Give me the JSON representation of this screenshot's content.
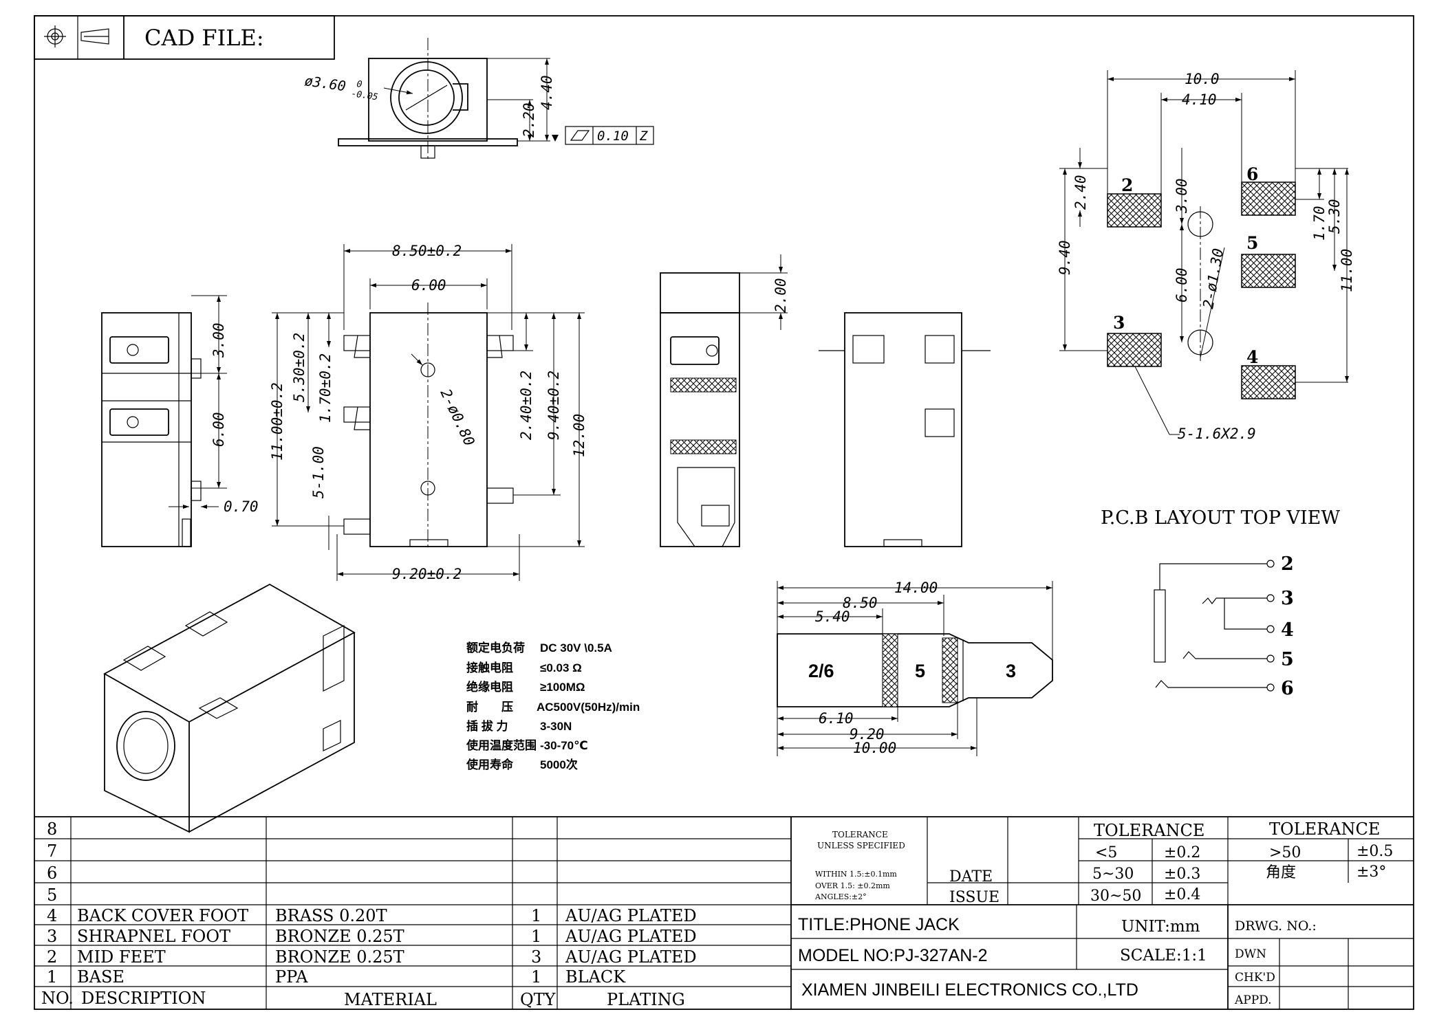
{
  "header": {
    "cad_file_label": "CAD FILE:"
  },
  "top_view": {
    "dims": {
      "hole_dia": "ø3.60",
      "hole_tol": "-0.05",
      "hole_tol_upper": "0",
      "height_220": "2.20",
      "height_440": "4.40",
      "flatness": "0.10",
      "datum": "Z"
    }
  },
  "front_view": {
    "dims": {
      "w_850": "8.50±0.2",
      "w_600": "6.00",
      "h_1100": "11.00±0.2",
      "h_530": "5.30±0.2",
      "h_170": "1.70±0.2",
      "h_100": "5-1.00",
      "h_240": "2.40±0.2",
      "h_940": "9.40±0.2",
      "h_1200": "12.00",
      "w_920": "9.20±0.2",
      "holes": "2-ø0.80"
    }
  },
  "left_view": {
    "dims": {
      "d_300": "3.00",
      "d_600": "6.00",
      "d_070": "0.70"
    }
  },
  "side_view": {
    "dims": {
      "d_200": "2.00"
    }
  },
  "pcb": {
    "title": "P.C.B LAYOUT TOP VIEW",
    "dims": {
      "w_100": "10.0",
      "w_410": "4.10",
      "d_240": "2.40",
      "d_300": "3.00",
      "d_940": "9.40",
      "d_600": "6.00",
      "holes": "2-ø1.30",
      "d_170": "1.70",
      "d_530": "5.30",
      "d_1100": "11.00",
      "pads": "5-1.6X2.9"
    },
    "pad_labels": [
      "2",
      "6",
      "5",
      "3",
      "4"
    ]
  },
  "schematic": {
    "pins": [
      "2",
      "3",
      "4",
      "5",
      "6"
    ]
  },
  "plug": {
    "segments": [
      "2/6",
      "5",
      "3"
    ],
    "dims": {
      "d_1400": "14.00",
      "d_850": "8.50",
      "d_540": "5.40",
      "d_610": "6.10",
      "d_920": "9.20",
      "d_1000": "10.00"
    }
  },
  "specs": [
    {
      "label": "额定电负荷",
      "value": "DC 30V \\0.5A"
    },
    {
      "label": "接触电阻",
      "value": "≤0.03 Ω"
    },
    {
      "label": "绝缘电阻",
      "value": "≥100MΩ"
    },
    {
      "label": "耐　　压",
      "value": "AC500V(50Hz)/min"
    },
    {
      "label": "插 拔 力",
      "value": "3-30N"
    },
    {
      "label": "使用温度范围",
      "value": "-30-70℃"
    },
    {
      "label": "使用寿命",
      "value": "5000次"
    }
  ],
  "bom": {
    "headers": {
      "no": "NO.",
      "description": "DESCRIPTION",
      "material": "MATERIAL",
      "qty": "QTY",
      "plating": "PLATING"
    },
    "empty_rows": [
      "8",
      "7",
      "6",
      "5"
    ],
    "rows": [
      {
        "no": "4",
        "description": "BACK COVER FOOT",
        "material": "BRASS  0.20T",
        "qty": "1",
        "plating": "AU/AG PLATED"
      },
      {
        "no": "3",
        "description": "SHRAPNEL FOOT",
        "material": "BRONZE 0.25T",
        "qty": "1",
        "plating": "AU/AG PLATED"
      },
      {
        "no": "2",
        "description": "MID FEET",
        "material": "BRONZE 0.25T",
        "qty": "3",
        "plating": "AU/AG PLATED"
      },
      {
        "no": "1",
        "description": "BASE",
        "material": "PPA",
        "qty": "1",
        "plating": "BLACK"
      }
    ]
  },
  "title_block": {
    "tolerance_note_1": "TOLERANCE",
    "tolerance_note_2": "UNLESS SPECIFIED",
    "within": "WITHIN 1.5:±0.1mm",
    "over": "OVER 1.5: ±0.2mm",
    "angles": "ANGLES:±2°",
    "date_label": "DATE",
    "issue_label": "ISSUE",
    "tolerance_head_1": "TOLERANCE",
    "tolerance_head_2": "TOLERANCE",
    "tol_rows": [
      {
        "range": "<5",
        "tol": "±0.2"
      },
      {
        "range": "5~30",
        "tol": "±0.3"
      },
      {
        "range": "30~50",
        "tol": "±0.4"
      }
    ],
    "tol_gt50": ">50",
    "tol_gt50_value": "±0.5",
    "angle_label": "角度",
    "angle_value": "±3°",
    "title": "TITLE:PHONE JACK",
    "unit": "UNIT:mm",
    "drwg_no": "DRWG. NO.:",
    "model": "MODEL NO:PJ-327AN-2",
    "scale": "SCALE:1:1",
    "dwn": "DWN",
    "chkd": "CHK'D",
    "appd": "APPD.",
    "company": "XIAMEN JINBEILI ELECTRONICS CO.,LTD"
  }
}
